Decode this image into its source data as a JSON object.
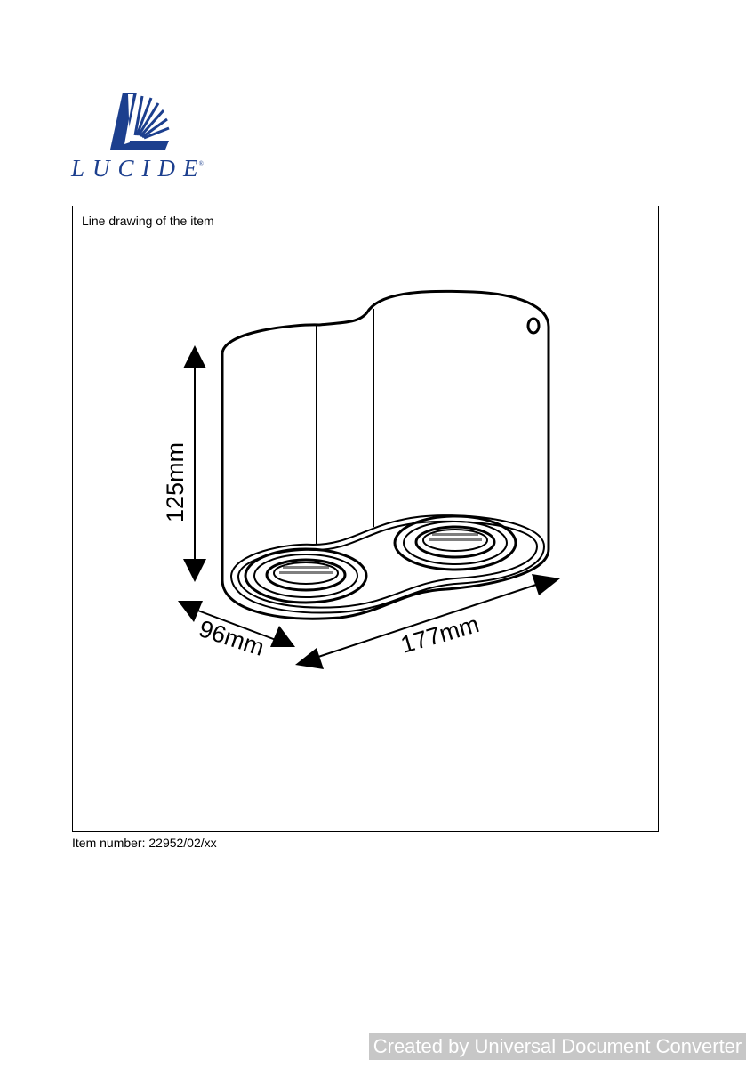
{
  "logo": {
    "name": "LUCIDE",
    "registered_mark": "®",
    "brand_color": "#1c3f8e"
  },
  "frame": {
    "title": "Line drawing of the item"
  },
  "dimensions": {
    "height": "125mm",
    "depth": "96mm",
    "width": "177mm"
  },
  "item": {
    "number_text": "Item number: 22952/02/xx"
  },
  "watermark": {
    "text": "Created by Universal Document Converter"
  }
}
